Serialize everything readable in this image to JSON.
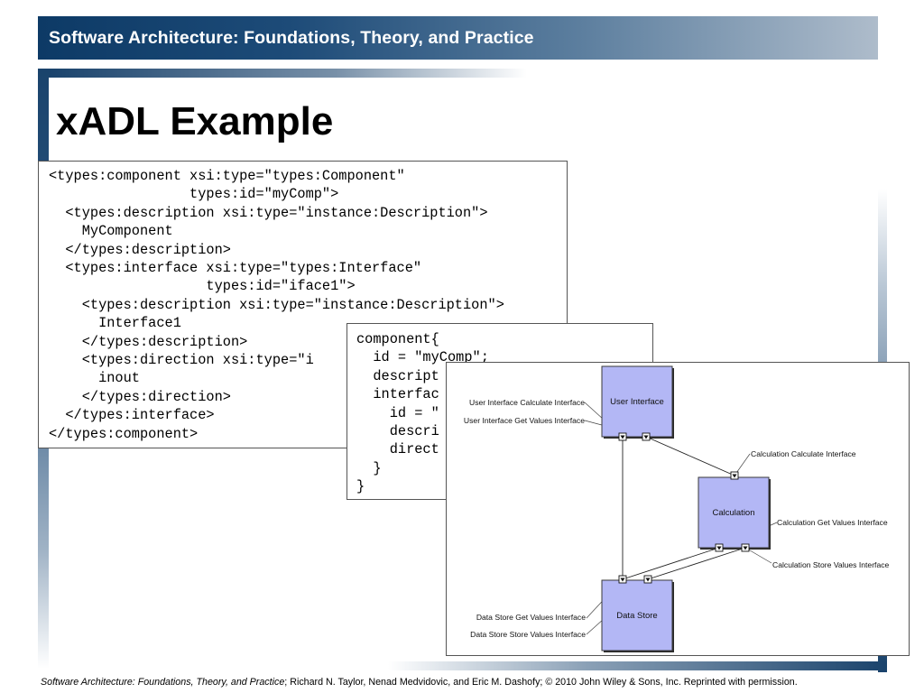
{
  "header": {
    "title": "Software Architecture: Foundations, Theory, and Practice"
  },
  "slide": {
    "title": "xADL Example"
  },
  "xml_code": {
    "lines": [
      "<types:component xsi:type=\"types:Component\"",
      "                 types:id=\"myComp\">",
      "  <types:description xsi:type=\"instance:Description\">",
      "    MyComponent",
      "  </types:description>",
      "  <types:interface xsi:type=\"types:Interface\"",
      "                   types:id=\"iface1\">",
      "    <types:description xsi:type=\"instance:Description\">",
      "      Interface1",
      "    </types:description>",
      "    <types:direction xsi:type=\"i",
      "      inout",
      "    </types:direction>",
      "  </types:interface>",
      "</types:component>"
    ]
  },
  "component_code": {
    "lines": [
      "component{",
      "  id = \"myComp\";",
      "  descript",
      "  interfac",
      "    id = \"",
      "    descri",
      "    direct",
      "  }",
      "}"
    ]
  },
  "diagram": {
    "components": [
      {
        "id": "user-interface",
        "label": "User Interface"
      },
      {
        "id": "calculation",
        "label": "Calculation"
      },
      {
        "id": "data-store",
        "label": "Data Store"
      }
    ],
    "interfaces": [
      {
        "id": "ui-calc",
        "label": "User Interface Calculate Interface"
      },
      {
        "id": "ui-get",
        "label": "User Interface Get Values Interface"
      },
      {
        "id": "calc-calc",
        "label": "Calculation Calculate Interface"
      },
      {
        "id": "calc-get",
        "label": "Calculation Get Values Interface"
      },
      {
        "id": "calc-store",
        "label": "Calculation Store Values Interface"
      },
      {
        "id": "ds-get",
        "label": "Data Store Get Values Interface"
      },
      {
        "id": "ds-store",
        "label": "Data Store Store Values Interface"
      }
    ]
  },
  "footer": {
    "book_title": "Software Architecture: Foundations, Theory, and Practice",
    "rest": "; Richard N. Taylor, Nenad Medvidovic, and Eric M. Dashofy; ©  2010 John Wiley & Sons, Inc. Reprinted with permission."
  }
}
